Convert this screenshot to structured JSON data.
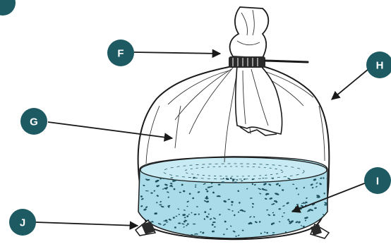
{
  "colors": {
    "badge": "#1d5a62",
    "arrow": "#1a1a1a",
    "outline": "#1a1a1a",
    "water": "#a9dbe8",
    "water_surface": "#c7eaf3",
    "water_dots": "#1f4f5c"
  },
  "labels": {
    "f": "F",
    "g": "G",
    "h": "H",
    "i": "I",
    "j": "J"
  }
}
